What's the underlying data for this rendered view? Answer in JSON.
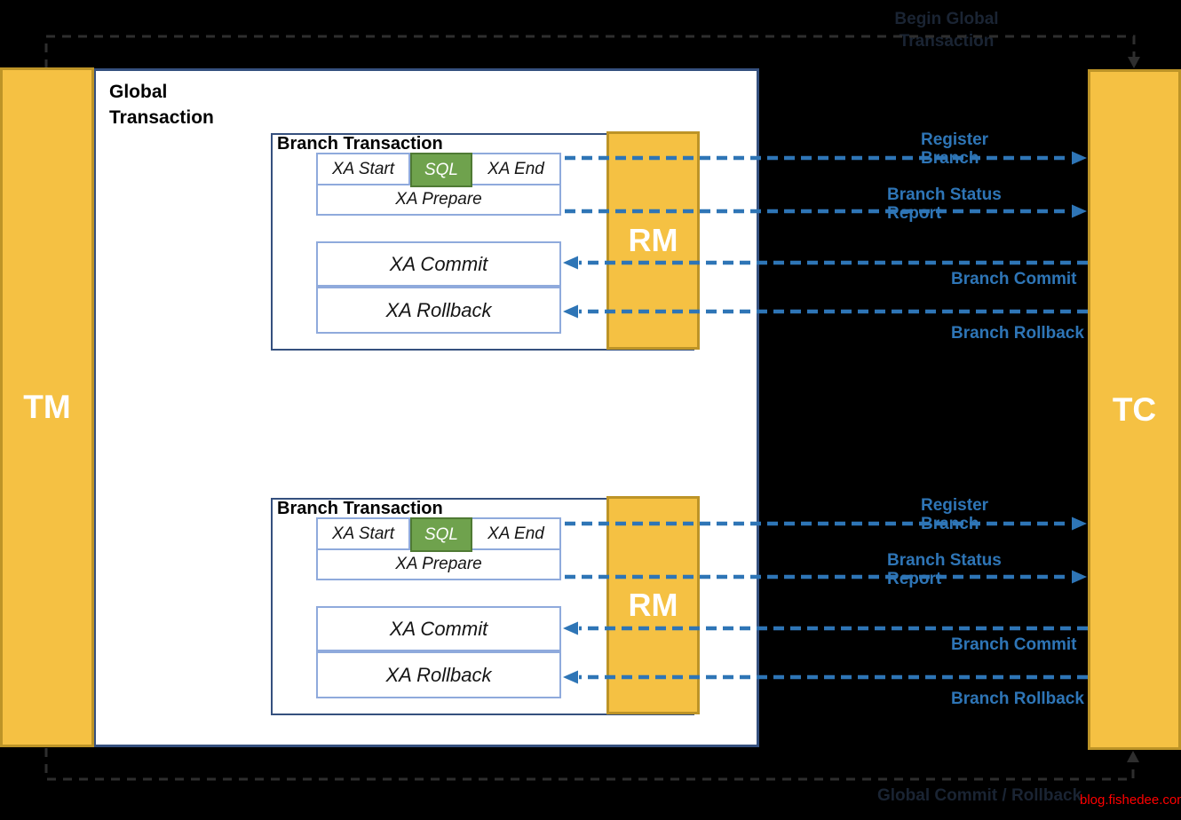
{
  "flows": {
    "begin": "Begin Global Transaction",
    "end": "Global Commit / Rollback"
  },
  "actors": {
    "tm": "TM",
    "tc": "TC"
  },
  "global_box": {
    "title": "Global Transaction"
  },
  "branches": [
    {
      "title": "Branch Transaction",
      "rm": "RM",
      "xa_start": "XA Start",
      "sql": "SQL",
      "xa_end": "XA End",
      "xa_prepare": "XA Prepare",
      "xa_commit": "XA Commit",
      "xa_rollback": "XA Rollback",
      "msg_register": "Register Branch",
      "msg_status": "Branch Status Report",
      "msg_commit": "Branch Commit",
      "msg_rollback": "Branch Rollback"
    },
    {
      "title": "Branch Transaction",
      "rm": "RM",
      "xa_start": "XA Start",
      "sql": "SQL",
      "xa_end": "XA End",
      "xa_prepare": "XA Prepare",
      "xa_commit": "XA Commit",
      "xa_rollback": "XA Rollback",
      "msg_register": "Register Branch",
      "msg_status": "Branch Status Report",
      "msg_commit": "Branch Commit",
      "msg_rollback": "Branch Rollback"
    }
  ],
  "watermark": "blog.fishedee.com",
  "colors": {
    "background": "#000000",
    "actor_fill": "#F5C143",
    "actor_border": "#BD9427",
    "arrow_blue": "#2E75B6",
    "box_border_navy": "#35507E",
    "inner_border_blue": "#8FAADC",
    "sql_green": "#6FA24D",
    "sql_green_border": "#4F7A34",
    "flow_dash_dark": "#2E2E2E",
    "flow_text_dark": "#1A2433",
    "watermark_red": "#FF0000"
  }
}
